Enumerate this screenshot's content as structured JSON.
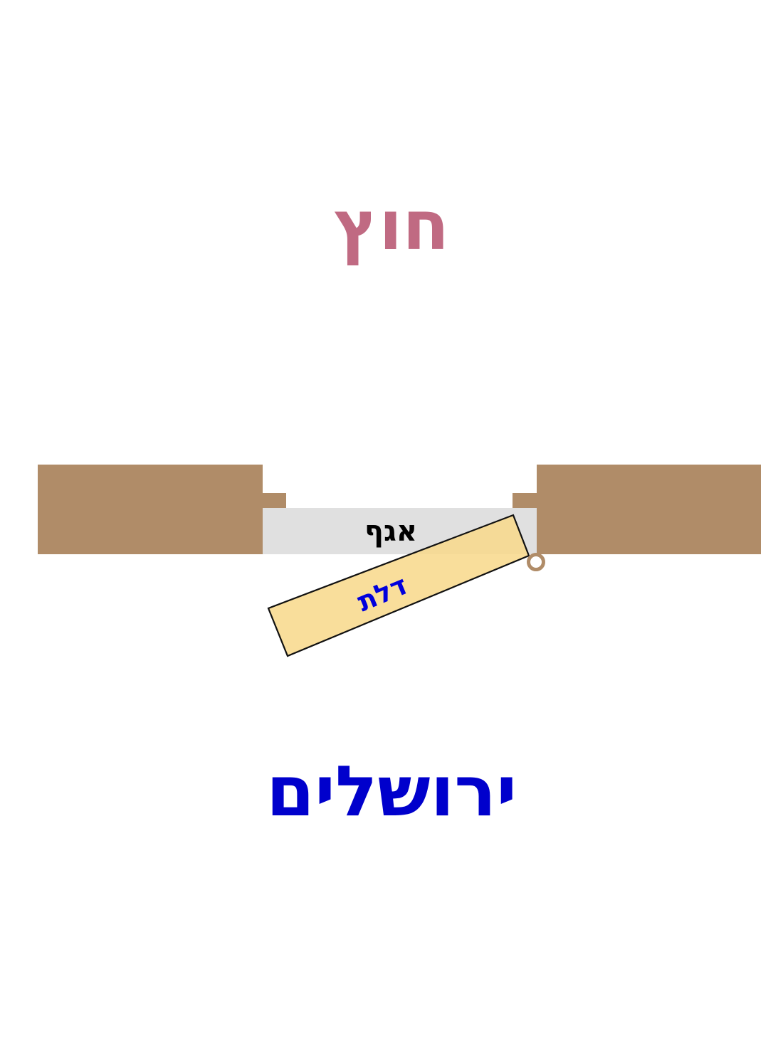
{
  "labels": {
    "outside": "חוץ",
    "city": "ירושלים",
    "jamb": "אגף",
    "door": "דלת"
  },
  "colors": {
    "outside_text": "#c06a82",
    "city_text": "#0000cc",
    "wall": "#b08c68",
    "jamb": "#e0e0e0",
    "door_fill": "#f8d88a",
    "door_stroke": "#111111",
    "door_text": "#0000dd",
    "jamb_text": "#000000",
    "hinge": "#b08c68"
  }
}
